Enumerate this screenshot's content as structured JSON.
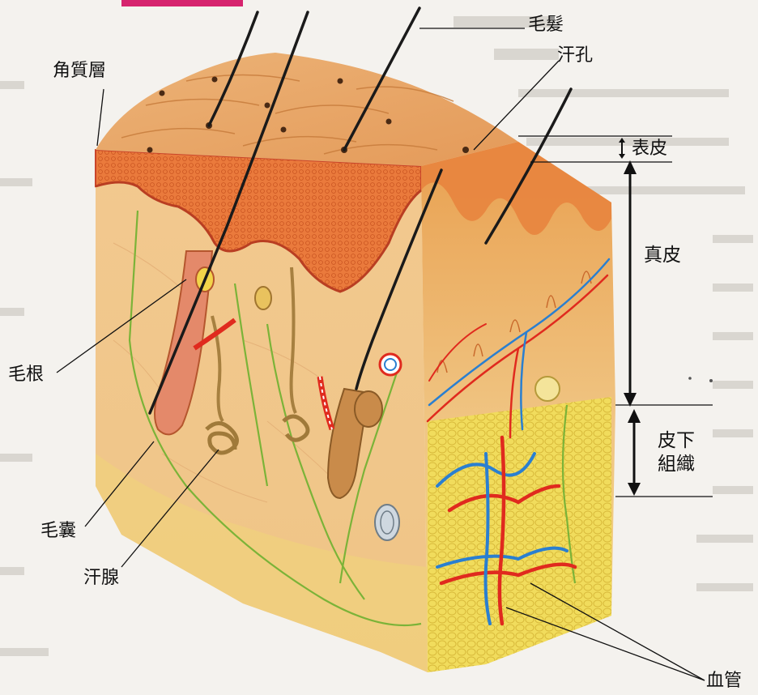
{
  "figure": {
    "colors": {
      "page_background": "#f4f2ee",
      "epidermis_surface": "#e9a867",
      "epidermis_cut": "#e8733a",
      "dermis": "#f2c98f",
      "subcutaneous": "#f1dc5c",
      "artery": "#e02a1e",
      "vein": "#2a7fd0",
      "nerve": "#7bb338",
      "hair": "#1a1a1a",
      "magenta_banner": "#d6246e"
    },
    "labels": {
      "stratum_corneum": "角質層",
      "hair": "毛髮",
      "sweat_pore": "汗孔",
      "epidermis": "表皮",
      "dermis": "真皮",
      "subcutaneous_tissue": "皮下組織",
      "hair_root": "毛根",
      "hair_follicle": "毛囊",
      "sweat_gland": "汗腺",
      "blood_vessel": "血管"
    }
  }
}
